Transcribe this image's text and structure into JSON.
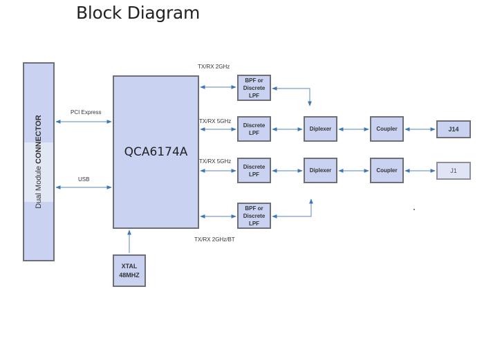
{
  "title": "Block Diagram",
  "connector": {
    "label_normal": "Dual Module ",
    "label_bold": "CONNECTOR"
  },
  "chip": {
    "label": "QCA6174A"
  },
  "xtal": {
    "line1": "XTAL",
    "line2": "48MHZ"
  },
  "bus_labels": {
    "pcie": "PCI Express",
    "usb": "USB"
  },
  "path_labels": {
    "tx2g": "TX/RX 2GHz",
    "tx5g_a": "TX/RX 5GHz",
    "tx5g_b": "TX/RX 5GHz",
    "tx2gbt": "TX/RX 2GHz/BT"
  },
  "filters": [
    {
      "line1": "BPF or",
      "line2": "Discrete",
      "line3": "LPF"
    },
    {
      "line1": "Discrete",
      "line2": "LPF"
    },
    {
      "line1": "Discrete",
      "line2": "LPF"
    },
    {
      "line1": "BPF or",
      "line2": "Discrete",
      "line3": "LPF"
    }
  ],
  "diplexers": [
    "Diplexer",
    "Diplexer"
  ],
  "couplers": [
    "Coupler",
    "Coupler"
  ],
  "antennas": [
    "J14",
    "J1"
  ],
  "colors": {
    "block_fill": "#c9d3f1",
    "block_border": "#6e6e78",
    "arrow": "#3f78b5"
  }
}
